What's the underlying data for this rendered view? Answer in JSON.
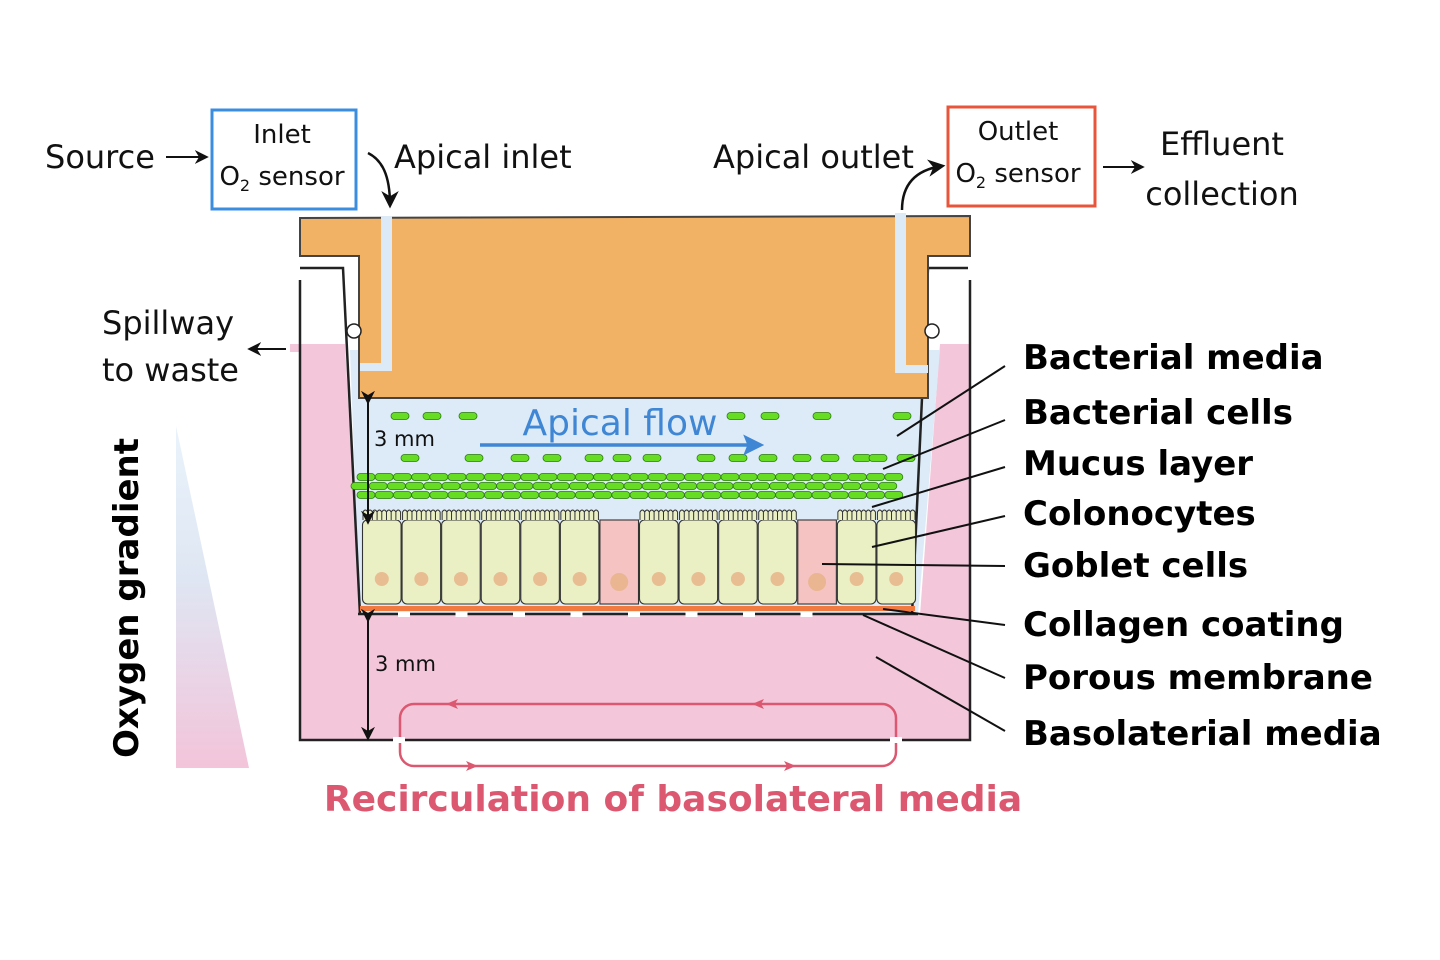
{
  "top_flow": {
    "source": "Source",
    "inlet_sensor": {
      "line1": "Inlet",
      "line2_prefix": "O",
      "line2_sub": "2",
      "line2_suffix": " sensor"
    },
    "apical_inlet": "Apical inlet",
    "apical_outlet": "Apical outlet",
    "outlet_sensor": {
      "line1": "Outlet",
      "line2_prefix": "O",
      "line2_sub": "2",
      "line2_suffix": " sensor"
    },
    "effluent": {
      "line1": "Effluent",
      "line2": "collection"
    }
  },
  "spillway": {
    "line1": "Spillway",
    "line2": "to waste"
  },
  "oxygen_gradient": "Oxygen gradient",
  "apical_flow": "Apical flow",
  "dimensions": {
    "apical_height": "3 mm",
    "basolateral_height": "3 mm"
  },
  "recirculation": "Recirculation of basolateral media",
  "layer_labels": [
    "Bacterial media",
    "Bacterial cells",
    "Mucus layer",
    "Colonocytes",
    "Goblet cells",
    "Collagen coating",
    "Porous membrane",
    "Basolaterial media"
  ],
  "epithelium": {
    "cell_sequence": [
      "colonocyte",
      "colonocyte",
      "colonocyte",
      "colonocyte",
      "colonocyte",
      "colonocyte",
      "goblet",
      "colonocyte",
      "colonocyte",
      "colonocyte",
      "colonocyte",
      "goblet",
      "colonocyte",
      "colonocyte"
    ]
  },
  "colors": {
    "inlet_sensor_border": "#3b8de0",
    "outlet_sensor_border": "#e8553a",
    "insert_plug": "#f2b266",
    "channel": "#dbeaf6",
    "apical_media": "#dcebf7",
    "basolateral_media": "#f3c6da",
    "bacteria": "#66dd22",
    "colonocyte": "#eaf0c4",
    "goblet": "#f6c3c3",
    "nucleus": "#e8b48a",
    "collagen": "#f07a40",
    "apical_flow": "#3f86d4",
    "recirculation": "#dc5870"
  }
}
